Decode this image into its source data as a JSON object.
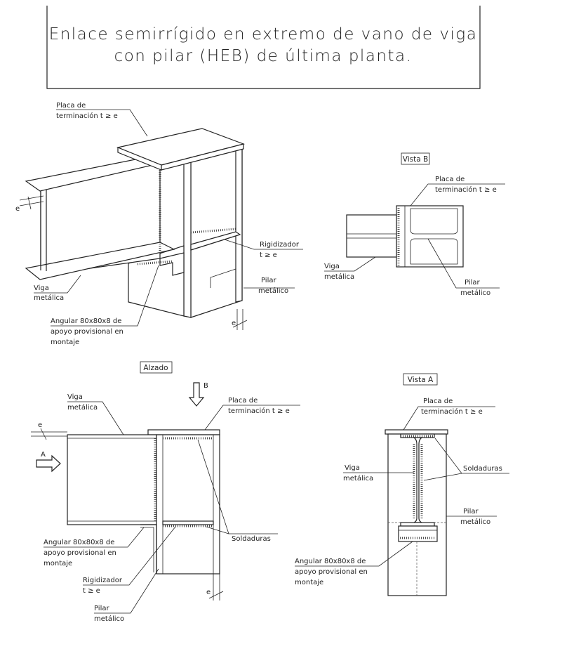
{
  "title": {
    "line1": "Enlace semirrígido en extremo de vano de viga",
    "line2": "con pilar (HEB) de última planta."
  },
  "iso_view": {
    "placa_l1": "Placa de",
    "placa_l2": "terminación t ≥ e",
    "rigid_l1": "Rigidizador",
    "rigid_l2": "t ≥ e",
    "viga_l1": "Viga",
    "viga_l2": "metálica",
    "pilar_l1": "Pilar",
    "pilar_l2": "metálico",
    "ang_l1": "Angular 80x80x8 de",
    "ang_l2": "apoyo provisional en",
    "ang_l3": "montaje",
    "dim_e_left": "e",
    "dim_e_right": "e"
  },
  "vista_b": {
    "title": "Vista B",
    "placa_l1": "Placa de",
    "placa_l2": "terminación t ≥ e",
    "viga_l1": "Viga",
    "viga_l2": "metálica",
    "pilar_l1": "Pilar",
    "pilar_l2": "metálico"
  },
  "alzado": {
    "title": "Alzado",
    "arrow_b": "B",
    "arrow_a": "A",
    "viga_l1": "Viga",
    "viga_l2": "metálica",
    "placa_l1": "Placa de",
    "placa_l2": "terminación t ≥ e",
    "soldaduras": "Soldaduras",
    "ang_l1": "Angular 80x80x8 de",
    "ang_l2": "apoyo provisional en",
    "ang_l3": "montaje",
    "rigid_l1": "Rigidizador",
    "rigid_l2": "t ≥ e",
    "pilar_l1": "Pilar",
    "pilar_l2": "metálico",
    "dim_e_top": "e",
    "dim_e_bottom": "e"
  },
  "vista_a": {
    "title": "Vista A",
    "placa_l1": "Placa de",
    "placa_l2": "terminación t ≥ e",
    "soldaduras": "Soldaduras",
    "viga_l1": "Viga",
    "viga_l2": "metálica",
    "pilar_l1": "Pilar",
    "pilar_l2": "metálico",
    "ang_l1": "Angular 80x80x8 de",
    "ang_l2": "apoyo provisional en",
    "ang_l3": "montaje"
  }
}
